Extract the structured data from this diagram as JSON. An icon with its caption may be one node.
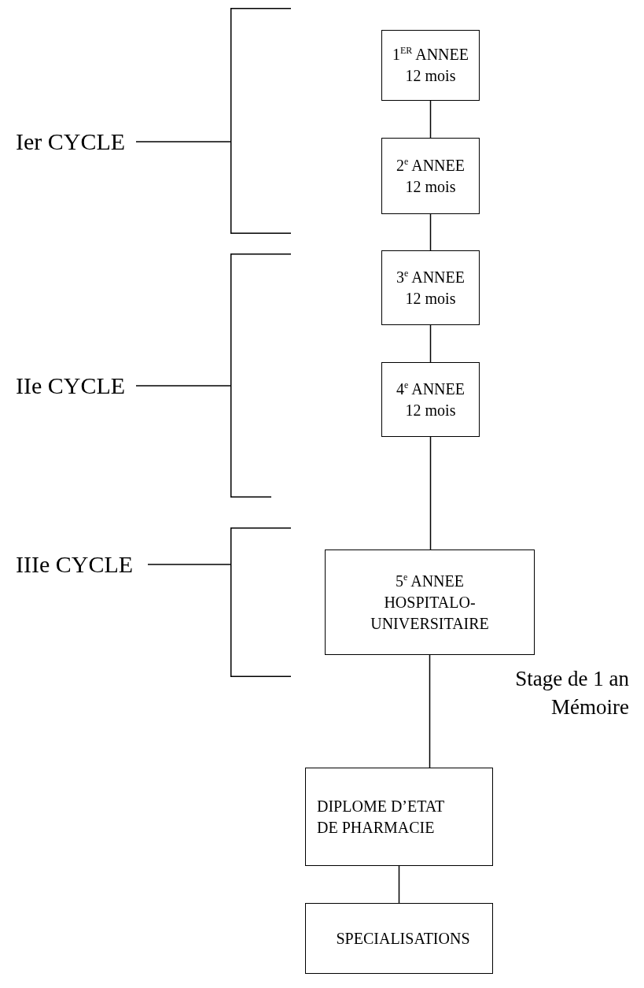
{
  "diagram": {
    "nodes": [
      {
        "text": [
          "1$^{ER}$ ANNEE",
          "12 mois"
        ]
      },
      {
        "text": [
          "2$^{e}$ ANNEE",
          "12 mois"
        ]
      },
      {
        "text": [
          "3$^{e}$ ANNEE",
          "12 mois"
        ]
      },
      {
        "text": [
          "4$^{e}$ ANNEE",
          "12 mois"
        ]
      },
      {
        "text": [
          "5$^{e}$ ANNEE HOSPITALO-UNIVERSITAIRE"
        ]
      },
      {
        "text": [
          "DIPLOME D’ETAT DE PHARMACIE"
        ]
      },
      {
        "text": [
          "SPECIALISATIONS"
        ]
      },
      {
        "text": [
          "Ier CYCLE"
        ]
      },
      {
        "text": [],
        "shape": "bracket"
      },
      {
        "text": [
          "IIe CYCLE"
        ]
      },
      {
        "text": [],
        "shape": "bracket"
      },
      {
        "text": [
          "IIIe CYCLE"
        ]
      },
      {
        "text": [],
        "shape": "bracket"
      }
    ],
    "edges": [
      {
        "from": 0,
        "to": 1,
        "arrow": "none"
      },
      {
        "from": 1,
        "to": 2,
        "arrow": "none"
      },
      {
        "from": 2,
        "to": 3,
        "arrow": "none"
      },
      {
        "from": 3,
        "to": 4,
        "arrow": "none"
      },
      {
        "from": 4,
        "to": 5,
        "arrow": "none",
        "label": "Stage de 1 an Mémoire"
      },
      {
        "from": 5,
        "to": 6,
        "arrow": "none"
      },
      {
        "from": 7,
        "to": 8,
        "arrow": "none"
      },
      {
        "from": 9,
        "to": 10,
        "arrow": "none"
      },
      {
        "from": 11,
        "to": 12,
        "arrow": "none"
      }
    ]
  }
}
